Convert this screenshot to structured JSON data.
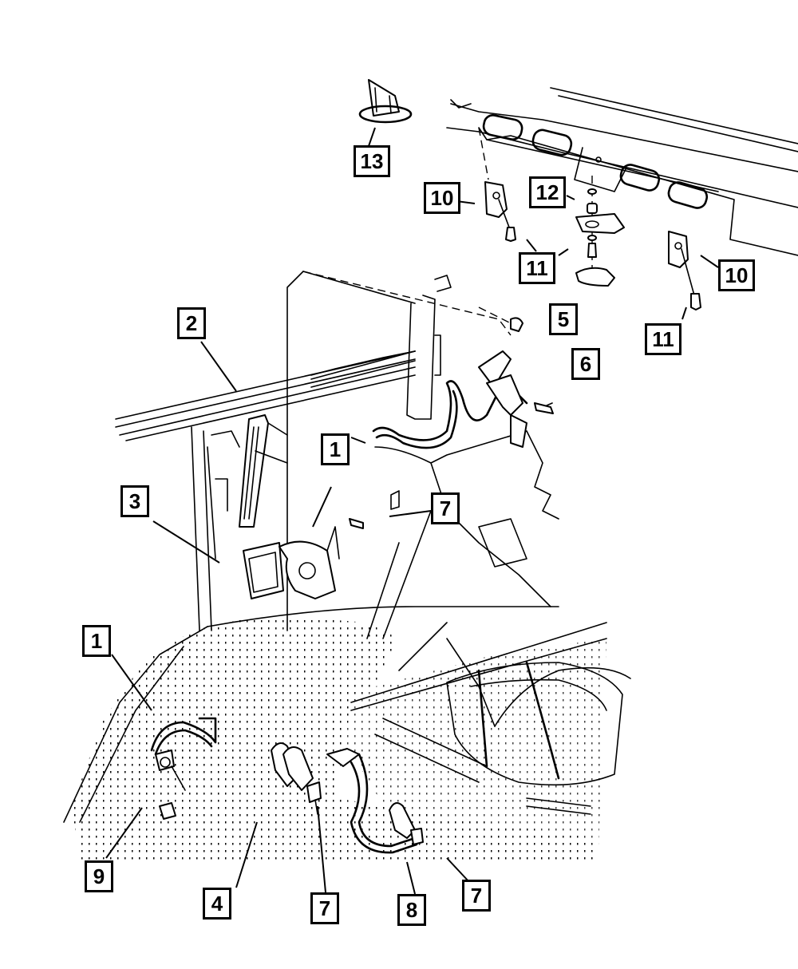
{
  "diagram": {
    "type": "exploded parts diagram",
    "subject": "rear seat belts and shoulder belt hardware",
    "colors": {
      "line": "#000000",
      "background": "#ffffff"
    },
    "callouts": [
      {
        "id": "13",
        "label": "13"
      },
      {
        "id": "10a",
        "label": "10"
      },
      {
        "id": "12",
        "label": "12"
      },
      {
        "id": "11a",
        "label": "11"
      },
      {
        "id": "10b",
        "label": "10"
      },
      {
        "id": "11b",
        "label": "11"
      },
      {
        "id": "5",
        "label": "5"
      },
      {
        "id": "6",
        "label": "6"
      },
      {
        "id": "2",
        "label": "2"
      },
      {
        "id": "1a",
        "label": "1"
      },
      {
        "id": "3",
        "label": "3"
      },
      {
        "id": "7a",
        "label": "7"
      },
      {
        "id": "1b",
        "label": "1"
      },
      {
        "id": "9",
        "label": "9"
      },
      {
        "id": "4",
        "label": "4"
      },
      {
        "id": "7b",
        "label": "7"
      },
      {
        "id": "8",
        "label": "8"
      },
      {
        "id": "7c",
        "label": "7"
      }
    ]
  }
}
